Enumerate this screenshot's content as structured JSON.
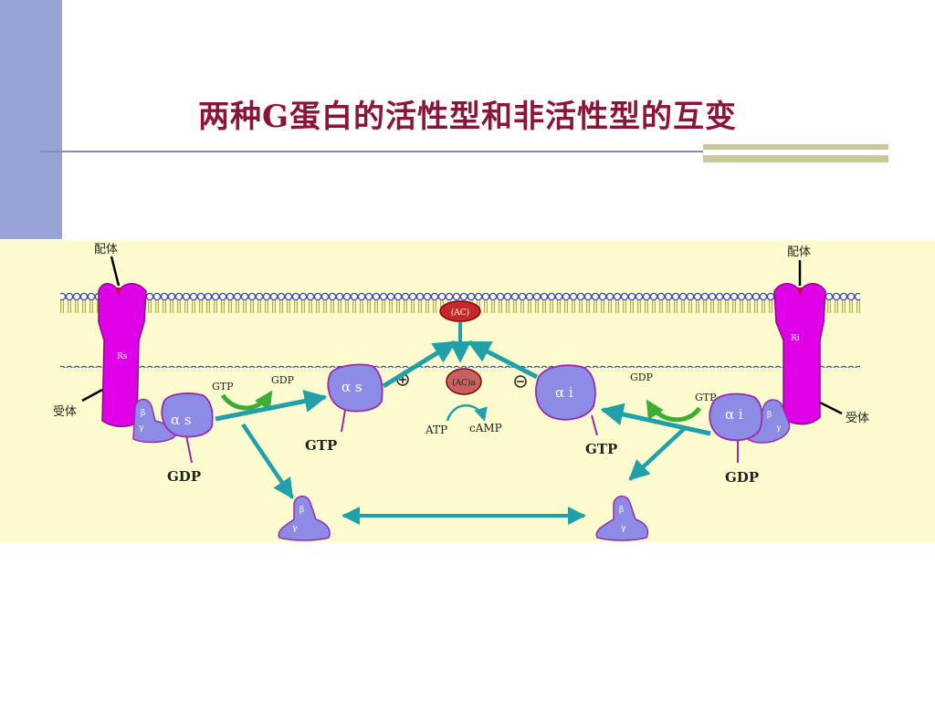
{
  "slide": {
    "title": "两种G蛋白的活性型和非活性型的互变"
  },
  "diagram": {
    "left": {
      "ligand": "配体",
      "receptor_label": "Rs",
      "receptor_side": "受体",
      "alpha": "α s",
      "alpha_active": "α s",
      "beta": "β",
      "gamma": "γ",
      "gtp_in": "GTP",
      "gdp_out": "GDP",
      "gtp_bound": "GTP",
      "gdp_bound": "GDP",
      "effect_sign": "⊕"
    },
    "right": {
      "ligand": "配体",
      "receptor_label": "Ri",
      "receptor_side": "受体",
      "alpha": "α i",
      "alpha_active": "α i",
      "beta": "β",
      "gamma": "γ",
      "gtp_in": "GTP",
      "gdp_out": "GDP",
      "gtp_bound": "GTP",
      "gdp_bound": "GDP",
      "effect_sign": "⊖"
    },
    "center": {
      "ac_inactive": "(AC)",
      "ac_active": "(AC)a",
      "atp": "ATP",
      "camp": "cAMP"
    },
    "dimers": {
      "left_beta": "β",
      "left_gamma": "γ",
      "right_beta": "β",
      "right_gamma": "γ"
    },
    "colors": {
      "background": "#fdfccf",
      "membrane_head": "#3848a8",
      "membrane_tail": "#b8b440",
      "receptor": "#e000e8",
      "g_protein": "#8c8ce6",
      "g_protein_outline": "#9c2aa8",
      "enzyme": "#c8282a",
      "arrow_teal": "#20a0a8",
      "arrow_green": "#3cae34"
    }
  }
}
